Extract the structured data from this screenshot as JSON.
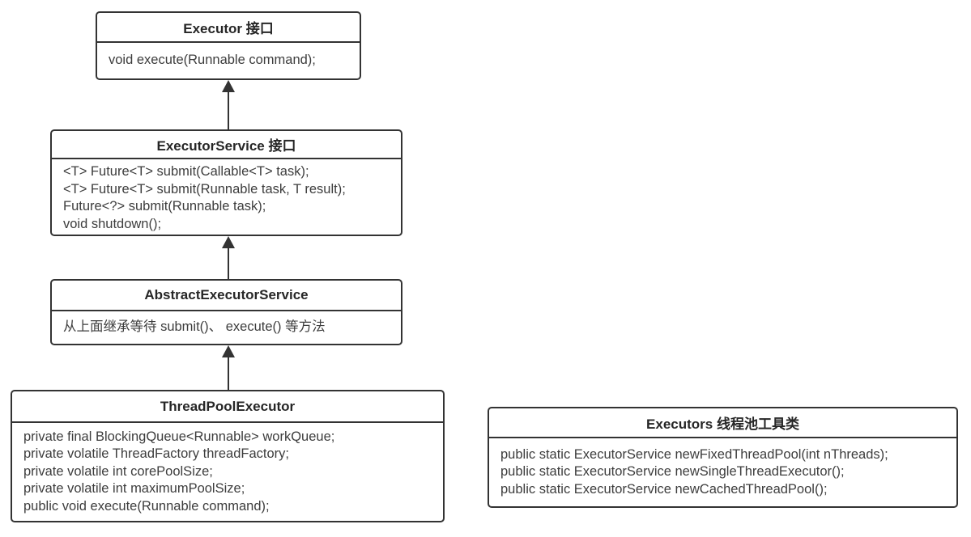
{
  "colors": {
    "border": "#333333",
    "title_text": "#262626",
    "member_text": "#3d3d3d",
    "background": "#ffffff",
    "arrow": "#333333"
  },
  "classes": [
    {
      "id": "executor",
      "title": "Executor 接口",
      "members": [
        "void execute(Runnable command);"
      ]
    },
    {
      "id": "executor-service",
      "title": "ExecutorService 接口",
      "members": [
        "<T> Future<T> submit(Callable<T> task);",
        "<T> Future<T> submit(Runnable task, T result);",
        "Future<?> submit(Runnable task);",
        "void shutdown();"
      ]
    },
    {
      "id": "abstract-executor-service",
      "title": "AbstractExecutorService",
      "members": [
        "从上面继承等待 submit()、 execute() 等方法"
      ]
    },
    {
      "id": "thread-pool-executor",
      "title": "ThreadPoolExecutor",
      "members": [
        "private final BlockingQueue<Runnable> workQueue;",
        "private volatile ThreadFactory threadFactory;",
        "private volatile int corePoolSize;",
        "private volatile int maximumPoolSize;",
        "public void execute(Runnable command);"
      ]
    },
    {
      "id": "executors-utility",
      "title": "Executors 线程池工具类",
      "members": [
        "public static ExecutorService newFixedThreadPool(int nThreads);",
        "public static ExecutorService newSingleThreadExecutor();",
        "public static ExecutorService newCachedThreadPool();"
      ]
    }
  ],
  "relations": [
    {
      "from": "ExecutorService 接口",
      "to": "Executor 接口",
      "type": "inheritance"
    },
    {
      "from": "AbstractExecutorService",
      "to": "ExecutorService 接口",
      "type": "inheritance"
    },
    {
      "from": "ThreadPoolExecutor",
      "to": "AbstractExecutorService",
      "type": "inheritance"
    }
  ]
}
